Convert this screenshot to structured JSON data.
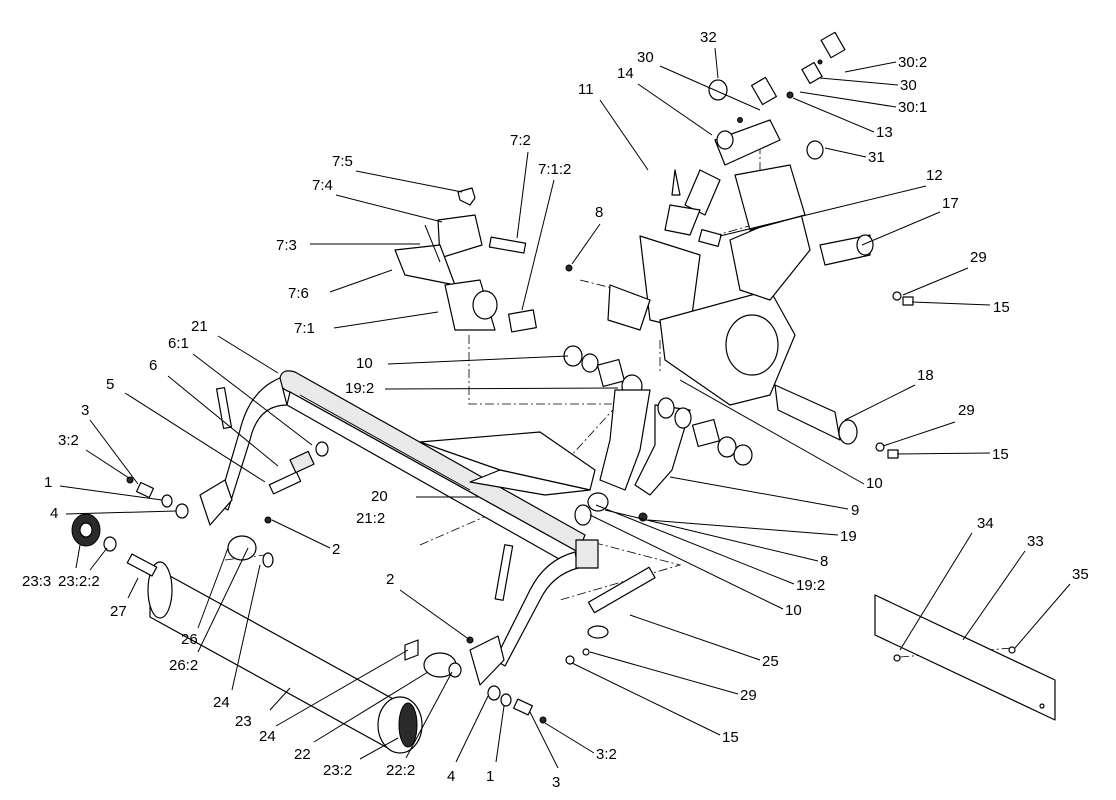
{
  "diagram": {
    "callouts": [
      {
        "id": "c1",
        "label": "32"
      },
      {
        "id": "c2",
        "label": "30:2"
      },
      {
        "id": "c3",
        "label": "30"
      },
      {
        "id": "c4",
        "label": "14"
      },
      {
        "id": "c5",
        "label": "30"
      },
      {
        "id": "c6",
        "label": "30:1"
      },
      {
        "id": "c7",
        "label": "11"
      },
      {
        "id": "c8",
        "label": "13"
      },
      {
        "id": "c9",
        "label": "31"
      },
      {
        "id": "c10",
        "label": "7:2"
      },
      {
        "id": "c11",
        "label": "7:1:2"
      },
      {
        "id": "c12",
        "label": "7:5"
      },
      {
        "id": "c13",
        "label": "12"
      },
      {
        "id": "c14",
        "label": "7:4"
      },
      {
        "id": "c15",
        "label": "17"
      },
      {
        "id": "c16",
        "label": "8"
      },
      {
        "id": "c17",
        "label": "7:3"
      },
      {
        "id": "c18",
        "label": "29"
      },
      {
        "id": "c19",
        "label": "7:6"
      },
      {
        "id": "c20",
        "label": "15"
      },
      {
        "id": "c21",
        "label": "7:1"
      },
      {
        "id": "c22",
        "label": "21"
      },
      {
        "id": "c23",
        "label": "6:1"
      },
      {
        "id": "c24",
        "label": "10"
      },
      {
        "id": "c25",
        "label": "18"
      },
      {
        "id": "c26",
        "label": "6"
      },
      {
        "id": "c27",
        "label": "19:2"
      },
      {
        "id": "c28",
        "label": "5"
      },
      {
        "id": "c29",
        "label": "29"
      },
      {
        "id": "c30",
        "label": "3"
      },
      {
        "id": "c31",
        "label": "15"
      },
      {
        "id": "c32",
        "label": "3:2"
      },
      {
        "id": "c33",
        "label": "10"
      },
      {
        "id": "c34",
        "label": "1"
      },
      {
        "id": "c35",
        "label": "20"
      },
      {
        "id": "c36",
        "label": "9"
      },
      {
        "id": "c37",
        "label": "4"
      },
      {
        "id": "c38",
        "label": "21:2"
      },
      {
        "id": "c39",
        "label": "19"
      },
      {
        "id": "c40",
        "label": "2"
      },
      {
        "id": "c41",
        "label": "8"
      },
      {
        "id": "c42",
        "label": "23:3"
      },
      {
        "id": "c43",
        "label": "23:2:2"
      },
      {
        "id": "c44",
        "label": "19:2"
      },
      {
        "id": "c45",
        "label": "27"
      },
      {
        "id": "c46",
        "label": "10"
      },
      {
        "id": "c47",
        "label": "26"
      },
      {
        "id": "c48",
        "label": "26:2"
      },
      {
        "id": "c49",
        "label": "24"
      },
      {
        "id": "c50",
        "label": "2"
      },
      {
        "id": "c51",
        "label": "25"
      },
      {
        "id": "c52",
        "label": "29"
      },
      {
        "id": "c53",
        "label": "23"
      },
      {
        "id": "c54",
        "label": "24"
      },
      {
        "id": "c55",
        "label": "22"
      },
      {
        "id": "c56",
        "label": "15"
      },
      {
        "id": "c57",
        "label": "23:2"
      },
      {
        "id": "c58",
        "label": "22:2"
      },
      {
        "id": "c59",
        "label": "3:2"
      },
      {
        "id": "c60",
        "label": "4"
      },
      {
        "id": "c61",
        "label": "1"
      },
      {
        "id": "c62",
        "label": "3"
      },
      {
        "id": "c63",
        "label": "34"
      },
      {
        "id": "c64",
        "label": "33"
      },
      {
        "id": "c65",
        "label": "35"
      }
    ]
  }
}
